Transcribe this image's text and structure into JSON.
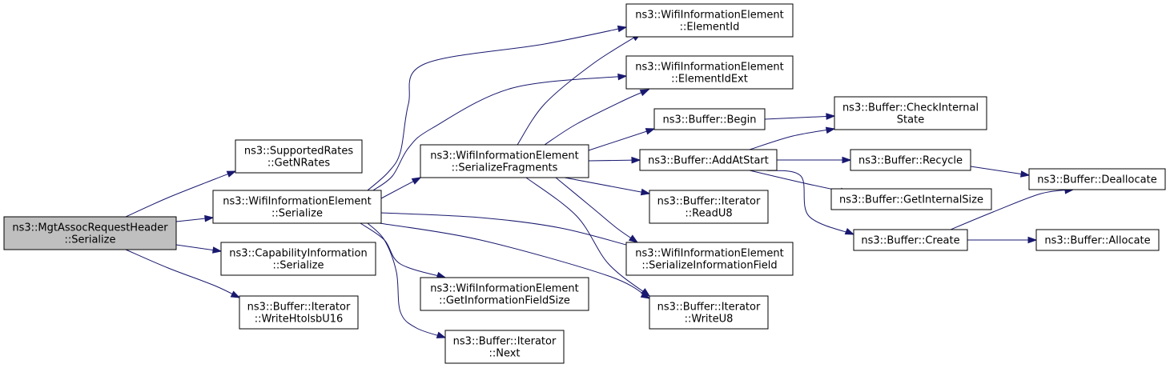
{
  "nodes": [
    {
      "id": "mgt_serialize",
      "lines": [
        "ns3::MgtAssocRequestHeader",
        "::Serialize"
      ],
      "root": true
    },
    {
      "id": "supported_getnrates",
      "lines": [
        "ns3::SupportedRates",
        "::GetNRates"
      ]
    },
    {
      "id": "wie_serialize",
      "lines": [
        "ns3::WifiInformationElement",
        "::Serialize"
      ]
    },
    {
      "id": "capinfo_serialize",
      "lines": [
        "ns3::CapabilityInformation",
        "::Serialize"
      ]
    },
    {
      "id": "iter_writehtolsbu16",
      "lines": [
        "ns3::Buffer::Iterator",
        "::WriteHtolsbU16"
      ]
    },
    {
      "id": "wie_serializefragments",
      "lines": [
        "ns3::WifiInformationElement",
        "::SerializeFragments"
      ]
    },
    {
      "id": "wie_getinfofieldsize",
      "lines": [
        "ns3::WifiInformationElement",
        "::GetInformationFieldSize"
      ]
    },
    {
      "id": "iter_next",
      "lines": [
        "ns3::Buffer::Iterator",
        "::Next"
      ]
    },
    {
      "id": "wie_elementid",
      "lines": [
        "ns3::WifiInformationElement",
        "::ElementId"
      ]
    },
    {
      "id": "wie_elementidext",
      "lines": [
        "ns3::WifiInformationElement",
        "::ElementIdExt"
      ]
    },
    {
      "id": "buffer_begin",
      "lines": [
        "ns3::Buffer::Begin"
      ]
    },
    {
      "id": "buffer_addatstart",
      "lines": [
        "ns3::Buffer::AddAtStart"
      ]
    },
    {
      "id": "iter_readu8",
      "lines": [
        "ns3::Buffer::Iterator",
        "::ReadU8"
      ]
    },
    {
      "id": "wie_serializeinfofield",
      "lines": [
        "ns3::WifiInformationElement",
        "::SerializeInformationField"
      ]
    },
    {
      "id": "iter_writeu8",
      "lines": [
        "ns3::Buffer::Iterator",
        "::WriteU8"
      ]
    },
    {
      "id": "buffer_checkinternalstate",
      "lines": [
        "ns3::Buffer::CheckInternal",
        "State"
      ]
    },
    {
      "id": "buffer_recycle",
      "lines": [
        "ns3::Buffer::Recycle"
      ]
    },
    {
      "id": "buffer_getinternalsize",
      "lines": [
        "ns3::Buffer::GetInternalSize"
      ]
    },
    {
      "id": "buffer_create",
      "lines": [
        "ns3::Buffer::Create"
      ]
    },
    {
      "id": "buffer_deallocate",
      "lines": [
        "ns3::Buffer::Deallocate"
      ]
    },
    {
      "id": "buffer_allocate",
      "lines": [
        "ns3::Buffer::Allocate"
      ]
    }
  ],
  "edges": [
    [
      "mgt_serialize",
      "supported_getnrates"
    ],
    [
      "mgt_serialize",
      "wie_serialize"
    ],
    [
      "mgt_serialize",
      "capinfo_serialize"
    ],
    [
      "mgt_serialize",
      "iter_writehtolsbu16"
    ],
    [
      "wie_serialize",
      "wie_serializefragments"
    ],
    [
      "wie_serialize",
      "wie_elementid"
    ],
    [
      "wie_serialize",
      "wie_elementidext"
    ],
    [
      "wie_serialize",
      "wie_getinfofieldsize"
    ],
    [
      "wie_serialize",
      "iter_next"
    ],
    [
      "wie_serialize",
      "wie_serializeinfofield"
    ],
    [
      "wie_serialize",
      "iter_writeu8"
    ],
    [
      "wie_serializefragments",
      "wie_elementid"
    ],
    [
      "wie_serializefragments",
      "wie_elementidext"
    ],
    [
      "wie_serializefragments",
      "buffer_begin"
    ],
    [
      "wie_serializefragments",
      "buffer_addatstart"
    ],
    [
      "wie_serializefragments",
      "iter_readu8"
    ],
    [
      "wie_serializefragments",
      "wie_serializeinfofield"
    ],
    [
      "wie_serializefragments",
      "iter_writeu8"
    ],
    [
      "buffer_begin",
      "buffer_checkinternalstate"
    ],
    [
      "buffer_addatstart",
      "buffer_checkinternalstate"
    ],
    [
      "buffer_addatstart",
      "buffer_recycle"
    ],
    [
      "buffer_addatstart",
      "buffer_getinternalsize"
    ],
    [
      "buffer_addatstart",
      "buffer_create"
    ],
    [
      "buffer_recycle",
      "buffer_deallocate"
    ],
    [
      "buffer_create",
      "buffer_deallocate"
    ],
    [
      "buffer_create",
      "buffer_allocate"
    ]
  ],
  "colors": {
    "edge": "#191970",
    "root_fill": "#bfbfbf",
    "node_fill": "#ffffff",
    "node_border": "#000000"
  }
}
